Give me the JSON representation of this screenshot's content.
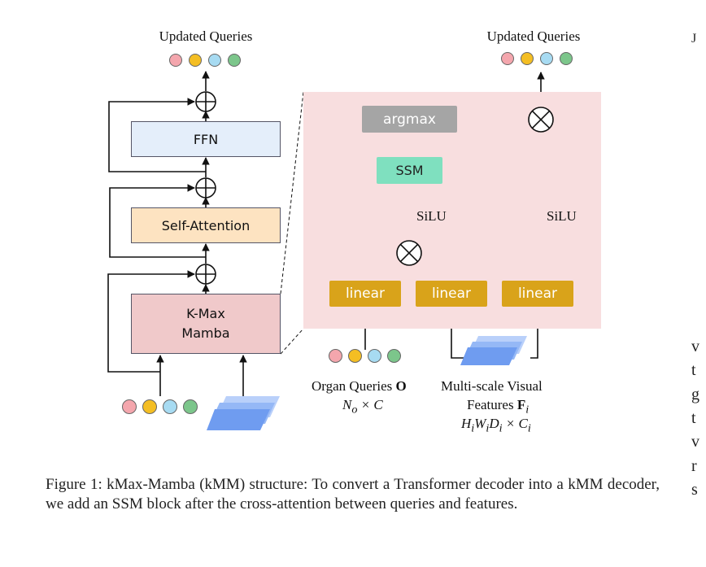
{
  "colors": {
    "query_dots": [
      "#f4a6ad",
      "#f4be23",
      "#a7dbf2",
      "#7cc68b"
    ],
    "ffn": "#e4eefa",
    "self_attention": "#fde3c1",
    "kmax_mamba": "#f0c9ca",
    "zoom_panel": "#f8dedf",
    "argmax": "#a5a5a5",
    "ssm": "#7fe0bf",
    "linear": "#d9a31a",
    "features": "#6f9cf0"
  },
  "left": {
    "top_label": "Updated Queries",
    "ffn": "FFN",
    "self_attention": "Self-Attention",
    "kmax_mamba": "K-Max\nMamba"
  },
  "right": {
    "top_label": "Updated Queries",
    "argmax": "argmax",
    "ssm": "SSM",
    "silu_left": "SiLU",
    "silu_right": "SiLU",
    "linear1": "linear",
    "linear2": "linear",
    "linear3": "linear",
    "organ_queries_label": "Organ Queries",
    "organ_queries_symbol": "O",
    "organ_queries_dim": "N",
    "organ_queries_dim_sub": "o",
    "organ_queries_dim_rest": " × C",
    "features_label_1": "Multi-scale Visual",
    "features_label_2": "Features",
    "features_symbol": "F",
    "features_symbol_sub": "i",
    "features_dim": "H",
    "features_dim_i1": "i",
    "features_dim_w": "W",
    "features_dim_i2": "i",
    "features_dim_d": "D",
    "features_dim_i3": "i",
    "features_dim_times": " × C",
    "features_dim_i4": "i"
  },
  "caption": "Figure 1: kMax-Mamba (kMM) structure: To convert a Transformer decoder into a kMM decoder, we add an SSM block after the cross-attention between queries and features.",
  "right_edge_text": [
    "J",
    "v",
    "t",
    "g",
    "t",
    "v",
    "r",
    "s"
  ]
}
